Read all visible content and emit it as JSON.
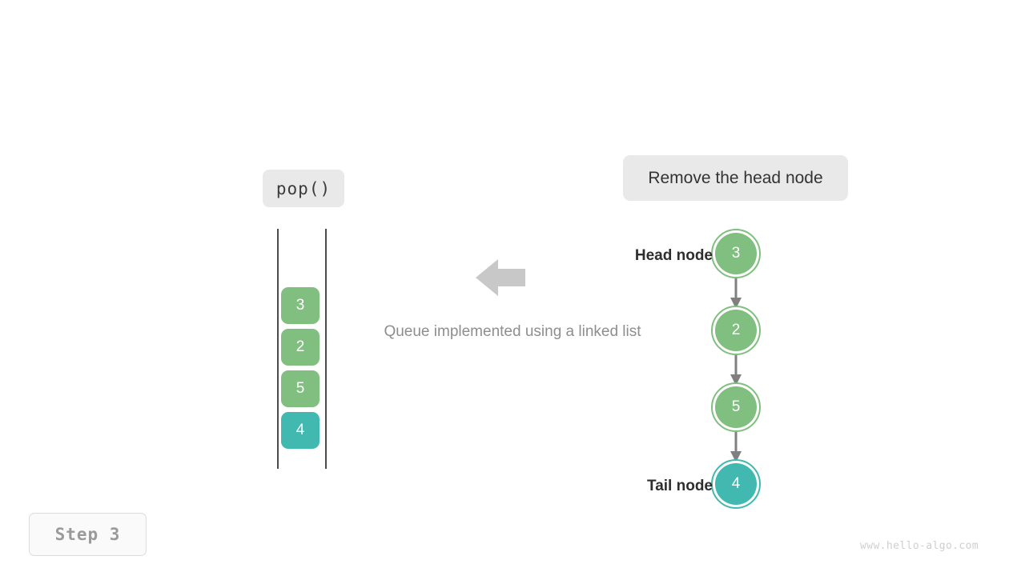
{
  "operation_badge": {
    "label": "pop()"
  },
  "action_caption": {
    "label": "Remove the head node"
  },
  "step_badge": {
    "label": "Step  3"
  },
  "watermark": {
    "label": "www.hello-algo.com"
  },
  "center_label": {
    "label": "Queue implemented using a linked list"
  },
  "colors": {
    "node_green": "#80bf7f",
    "node_teal": "#41b8b0",
    "arrow_gray": "#808080",
    "badge_gray": "#e9e9e9",
    "rail_dark": "#4a4a4f",
    "caption_gray": "#8e8e8e"
  },
  "queue": {
    "name": "queue-array-view",
    "cells": [
      {
        "value": "3",
        "color": "green"
      },
      {
        "value": "2",
        "color": "green"
      },
      {
        "value": "5",
        "color": "green"
      },
      {
        "value": "4",
        "color": "teal"
      }
    ]
  },
  "linked_list": {
    "head_label": "Head node",
    "tail_label": "Tail node",
    "nodes": [
      {
        "value": "3",
        "color": "green"
      },
      {
        "value": "2",
        "color": "green"
      },
      {
        "value": "5",
        "color": "green"
      },
      {
        "value": "4",
        "color": "teal"
      }
    ]
  },
  "icons": {
    "transform_arrow": "arrow-left-icon",
    "link_arrow": "arrow-down-icon"
  }
}
